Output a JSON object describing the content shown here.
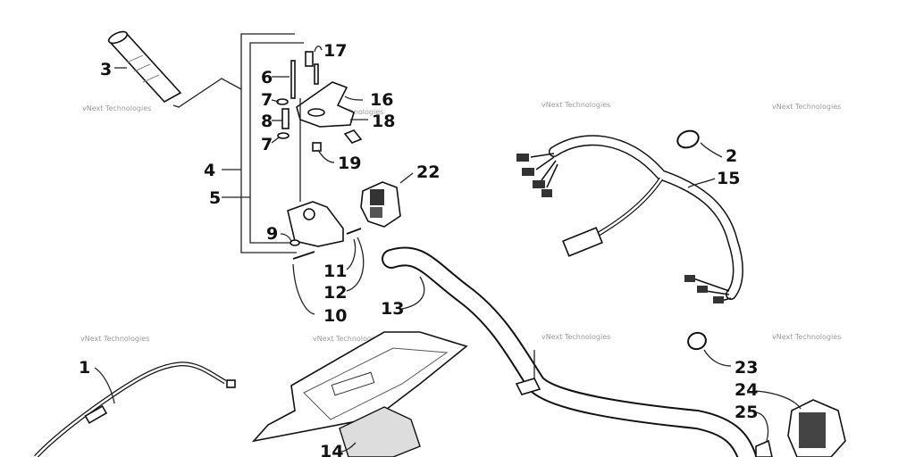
{
  "watermark": "vNext Technologies",
  "callouts": [
    {
      "id": "c1",
      "label": "1"
    },
    {
      "id": "c2",
      "label": "2"
    },
    {
      "id": "c3",
      "label": "3"
    },
    {
      "id": "c4",
      "label": "4"
    },
    {
      "id": "c5",
      "label": "5"
    },
    {
      "id": "c6",
      "label": "6"
    },
    {
      "id": "c7a",
      "label": "7"
    },
    {
      "id": "c7b",
      "label": "7"
    },
    {
      "id": "c8",
      "label": "8"
    },
    {
      "id": "c9",
      "label": "9"
    },
    {
      "id": "c10",
      "label": "10"
    },
    {
      "id": "c11",
      "label": "11"
    },
    {
      "id": "c12",
      "label": "12"
    },
    {
      "id": "c13",
      "label": "13"
    },
    {
      "id": "c14",
      "label": "14"
    },
    {
      "id": "c15",
      "label": "15"
    },
    {
      "id": "c16",
      "label": "16"
    },
    {
      "id": "c17",
      "label": "17"
    },
    {
      "id": "c18",
      "label": "18"
    },
    {
      "id": "c19",
      "label": "19"
    },
    {
      "id": "c22",
      "label": "22"
    },
    {
      "id": "c23",
      "label": "23"
    },
    {
      "id": "c24",
      "label": "24"
    },
    {
      "id": "c25",
      "label": "25"
    }
  ]
}
